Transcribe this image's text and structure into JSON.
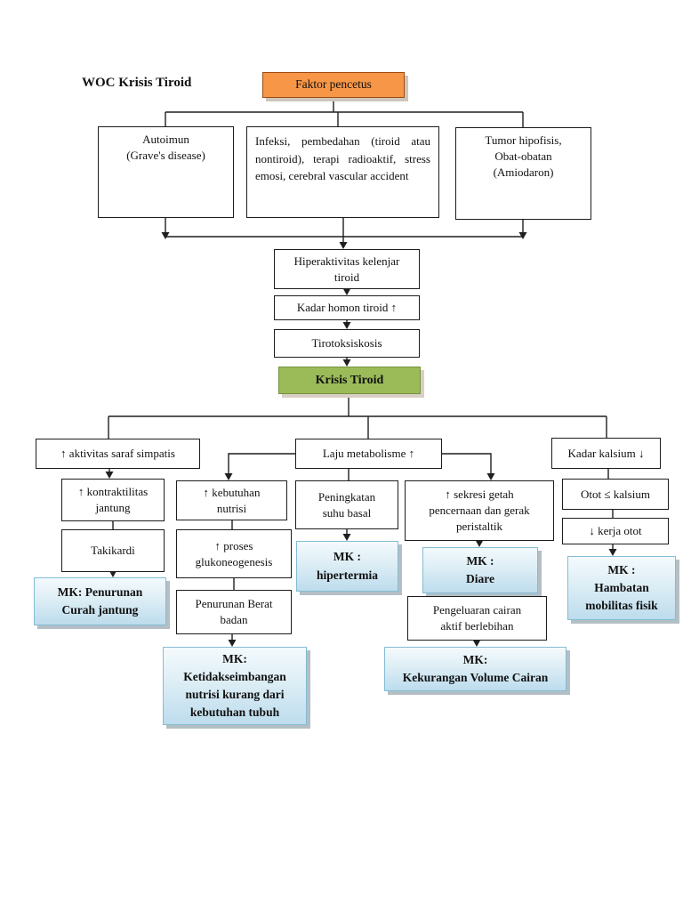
{
  "page": {
    "title": "WOC Krisis Tiroid"
  },
  "colors": {
    "factor_box_fill": "#F79646",
    "crisis_box_fill": "#9BBB59",
    "mk_box_fill": "#BDDCE9",
    "line": "#1F1F1F"
  },
  "nodes": {
    "faktor": "Faktor pencetus",
    "autoimun": "Autoimun\n(Grave's disease)",
    "infeksi": "Infeksi, pembedahan (tiroid atau nontiroid), terapi radioaktif, stress emosi, cerebral vascular accident",
    "tumor": "Tumor hipofisis,\nObat-obatan\n(Amiodaron)",
    "hiperaktivitas": "Hiperaktivitas kelenjar\ntiroid",
    "kadar_hormon": "Kadar homon tiroid ↑",
    "tirotoksiskosis": "Tirotoksiskosis",
    "krisis": "Krisis Tiroid",
    "saraf": "↑ aktivitas saraf simpatis",
    "laju": "Laju metabolisme ↑",
    "kalsium": "Kadar kalsium ↓",
    "kontraktilitas": "↑ kontraktilitas\njantung",
    "takikardi": "Takikardi",
    "mk_curah": "MK: Penurunan\nCurah jantung",
    "kebutuhan": "↑ kebutuhan\nnutrisi",
    "glukoneogenesis": "↑ proses\nglukoneogenesis",
    "penurunan_bb": "Penurunan Berat\nbadan",
    "mk_nutrisi": "MK:\nKetidakseimbangan\nnutrisi kurang dari\nkebutuhan tubuh",
    "suhu": "Peningkatan\nsuhu basal",
    "mk_hipertermia": "MK :\nhipertermia",
    "sekresi": "↑ sekresi getah\npencernaan dan gerak\nperistaltik",
    "mk_diare": "MK :\nDiare",
    "pengeluaran": "Pengeluaran cairan\naktif berlebihan",
    "mk_volume": "MK:\nKekurangan Volume Cairan",
    "otot": "Otot ≤ kalsium",
    "kerja_otot": "↓ kerja otot",
    "mk_mobilitas": "MK :\nHambatan\nmobilitas fisik"
  }
}
